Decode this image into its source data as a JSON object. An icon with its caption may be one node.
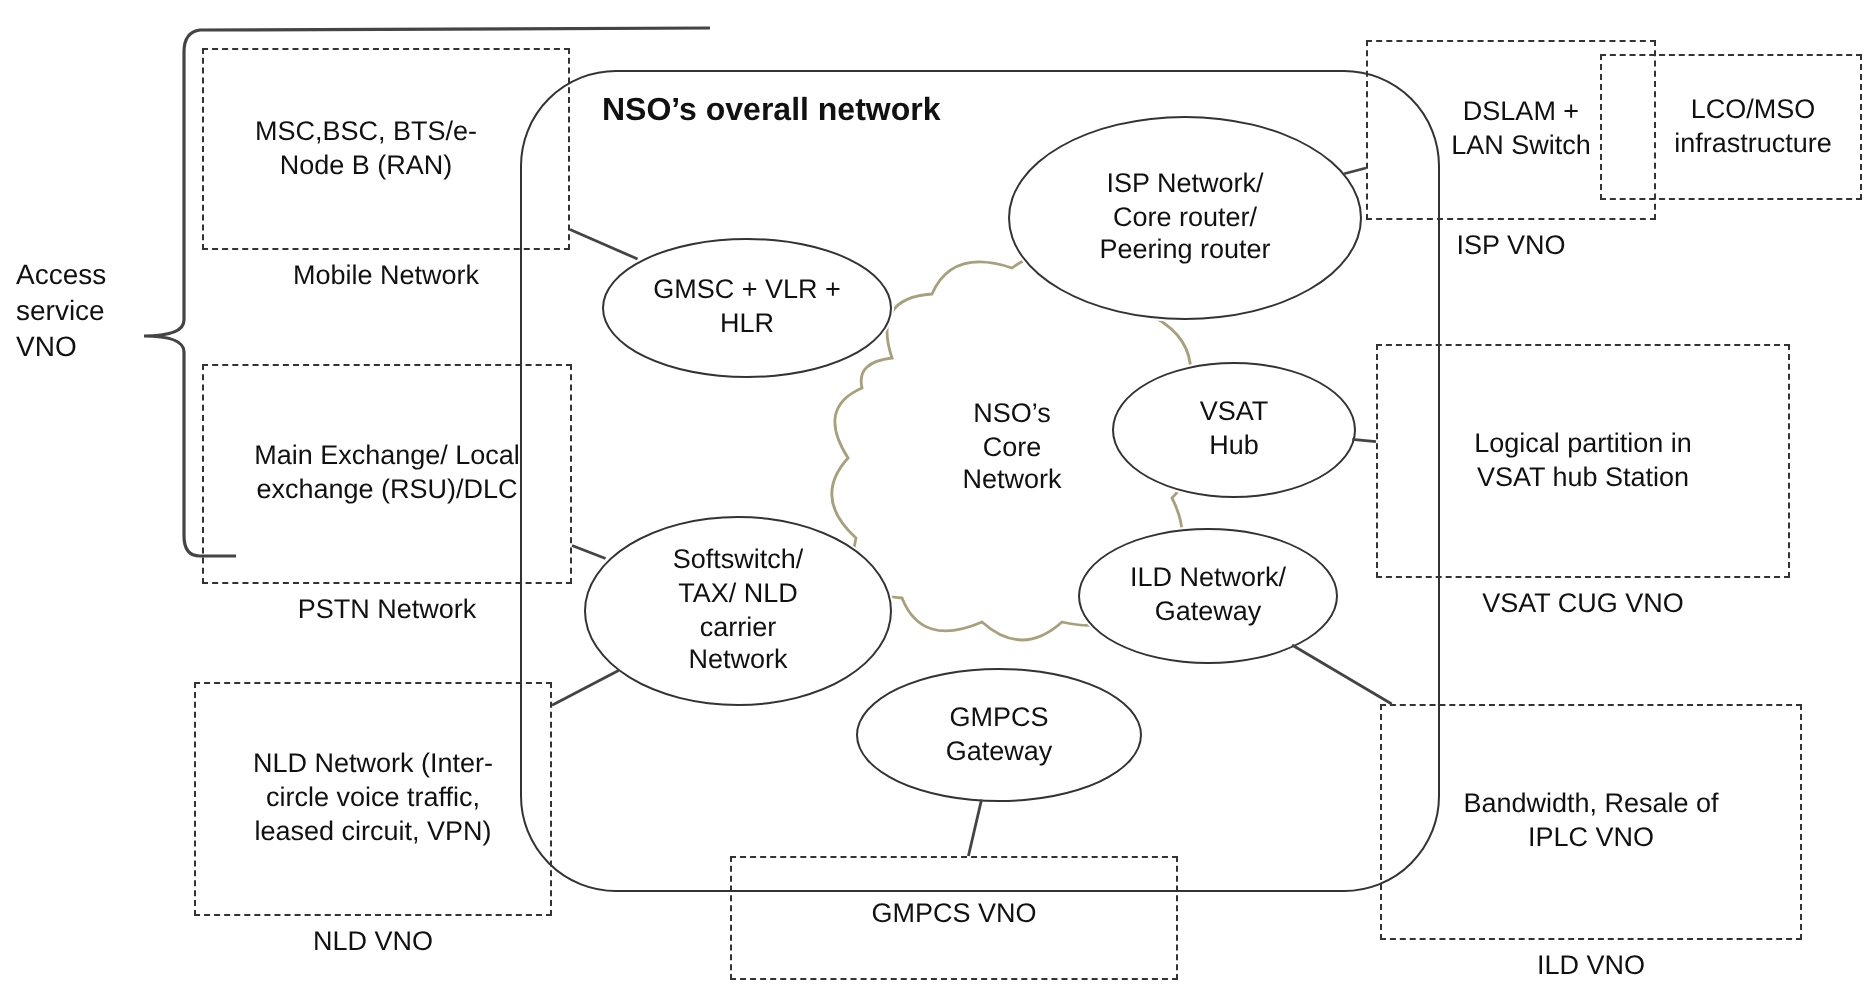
{
  "diagram": {
    "nodes": [
      {
        "text": [
          "NSO’s overall network"
        ]
      },
      {
        "text": [
          "NSO’s Core Network"
        ],
        "in": 0
      },
      {
        "text": [
          "GMSC + VLR + HLR"
        ],
        "in": 0
      },
      {
        "text": [
          "ISP Network/ Core router/ Peering router"
        ],
        "in": 0
      },
      {
        "text": [
          "VSAT Hub"
        ],
        "in": 0
      },
      {
        "text": [
          "Softswitch/ TAX/ NLD carrier Network"
        ],
        "in": 0
      },
      {
        "text": [
          "ILD Network/ Gateway"
        ],
        "in": 0
      },
      {
        "text": [
          "GMPCS Gateway"
        ],
        "in": 0
      },
      {
        "text": [
          "MSC,BSC, BTS/e-Node B (RAN)"
        ],
        "beside": [
          "Mobile Network"
        ]
      },
      {
        "text": [
          "Main Exchange/ Local exchange (RSU)/DLC"
        ],
        "beside": [
          "PSTN Network"
        ]
      },
      {
        "text": [
          "NLD Network (Inter-circle voice traffic, leased circuit, VPN)"
        ],
        "beside": [
          "NLD VNO"
        ]
      },
      {
        "text": [
          "DSLAM + LAN Switch"
        ],
        "beside": [
          "ISP VNO"
        ]
      },
      {
        "text": [
          "LCO/MSO infrastructure"
        ]
      },
      {
        "text": [
          "Logical partition in VSAT hub Station"
        ],
        "beside": [
          "VSAT CUG VNO"
        ]
      },
      {
        "text": [
          "Bandwidth, Resale of IPLC VNO"
        ],
        "beside": [
          "ILD VNO"
        ]
      },
      {
        "text": [
          "GMPCS VNO"
        ]
      }
    ],
    "edges": [
      {
        "from": 8,
        "to": 2,
        "arrow": "none"
      },
      {
        "from": 9,
        "to": 5,
        "arrow": "none"
      },
      {
        "from": 10,
        "to": 5,
        "arrow": "none"
      },
      {
        "from": 3,
        "to": 11,
        "arrow": "none"
      },
      {
        "from": 4,
        "to": 13,
        "arrow": "none"
      },
      {
        "from": 6,
        "to": 14,
        "arrow": "none"
      },
      {
        "from": 7,
        "to": 15,
        "arrow": "none"
      }
    ],
    "labels": [
      "Access service VNO"
    ]
  }
}
